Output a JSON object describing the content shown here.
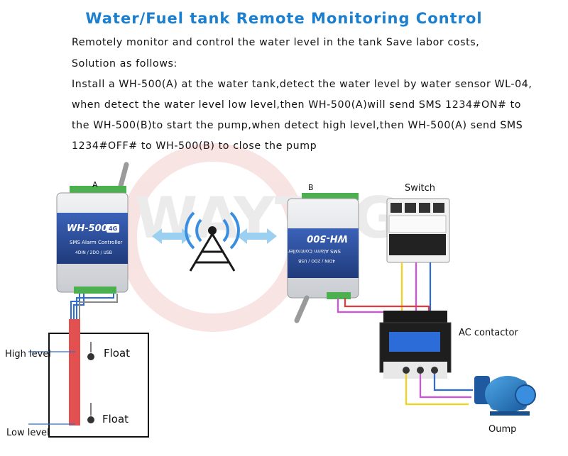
{
  "title": "Water/Fuel tank Remote Monitoring Control",
  "paragraphs": [
    "Remotely monitor and control the water level in the tank Save labor costs,",
    "Solution as follows:",
    "Install a WH-500(A) at the water tank,detect the water level by water sensor WL-04,",
    "when detect the water level low level,then WH-500(A)will send SMS 1234#ON# to",
    "the WH-500(B)to start the pump,when detect high level,then WH-500(A) send SMS",
    "1234#OFF# to WH-500(B) to close the pump"
  ],
  "labels": {
    "device_a_tag": "A",
    "device_b_tag": "B",
    "switch": "Switch",
    "ac_contactor": "AC contactor",
    "pump": "Oump",
    "high_level": "High level",
    "low_level": "Low level",
    "float_top": "Float",
    "float_bottom": "Float"
  },
  "device": {
    "model": "WH-500",
    "badge": "4G",
    "subtitle": "SMS Alarm Controller",
    "spec": "4DIN / 2DO / USB"
  },
  "watermark": "WAYTAG",
  "colors": {
    "title": "#1b7fd0",
    "device_panel": "#2d4e9c",
    "wire_red": "#e33b3b",
    "wire_yellow": "#f2d21b",
    "wire_magenta": "#d34fe0",
    "wire_blue": "#2c6cd8"
  }
}
